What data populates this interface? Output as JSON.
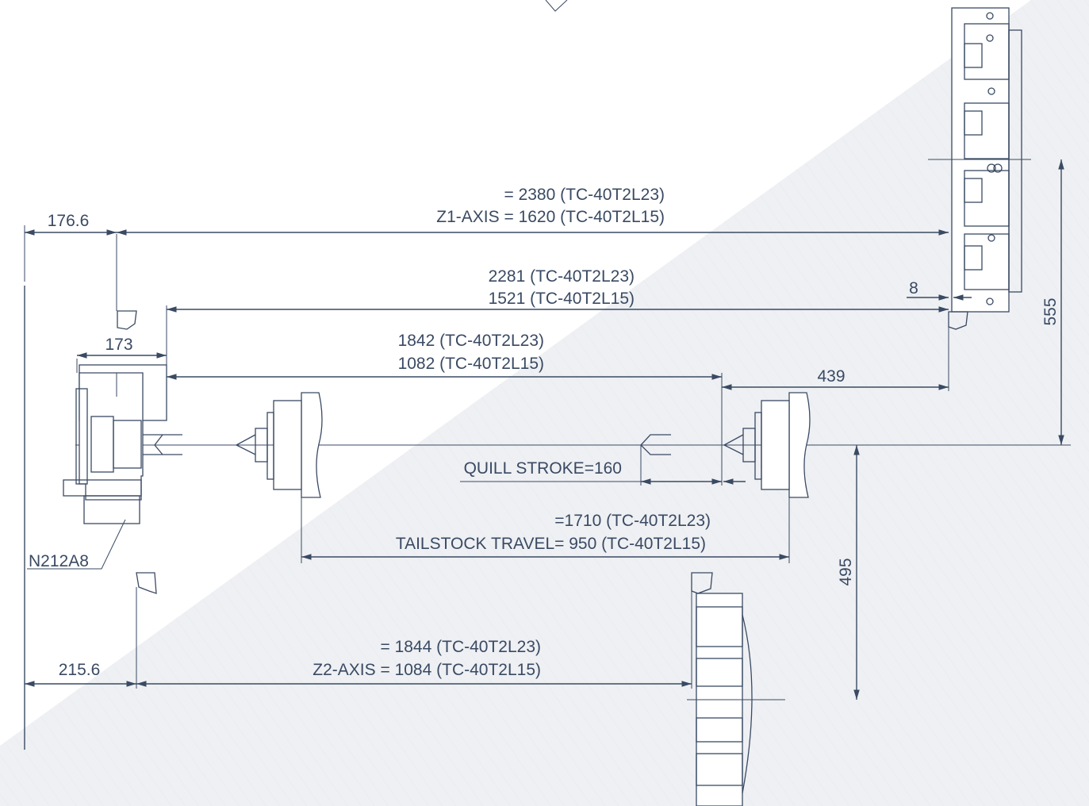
{
  "colors": {
    "line": "#3a4a63",
    "background": "#ffffff",
    "background_band": "#eef0f3"
  },
  "dimensions": {
    "z1_axis_line1": "= 2380 (TC-40T2L23)",
    "z1_axis_line2": "Z1-AXIS = 1620 (TC-40T2L15)",
    "offset_176": "176.6",
    "tool_2281": "2281 (TC-40T2L23)",
    "tool_1521": "1521 (TC-40T2L15)",
    "small_8": "8",
    "offset_173": "173",
    "spindle_1842": "1842 (TC-40T2L23)",
    "spindle_1082": "1082 (TC-40T2L15)",
    "dist_439": "439",
    "vertical_555": "555",
    "quill_stroke": "QUILL STROKE=160",
    "tailstock_line1": "=1710 (TC-40T2L23)",
    "tailstock_line2": "TAILSTOCK TRAVEL= 950 (TC-40T2L15)",
    "spindle_nose": "N212A8",
    "vertical_495": "495",
    "z2_axis_line1": "= 1844 (TC-40T2L23)",
    "z2_axis_line2": "Z2-AXIS = 1084 (TC-40T2L15)",
    "offset_215": "215.6"
  }
}
